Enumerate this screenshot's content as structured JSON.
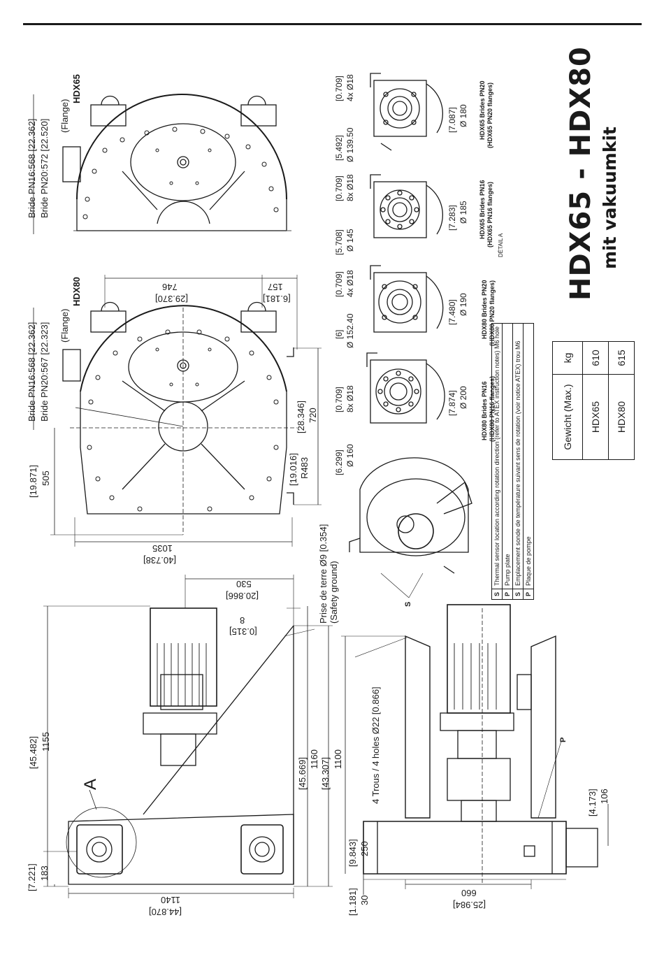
{
  "title": {
    "main": "HDX65 - HDX80",
    "sub": "mit vakuumkit"
  },
  "weight_table": {
    "header": [
      "Gewicht (Max.)",
      "kg"
    ],
    "rows": [
      [
        "HDX65",
        "610"
      ],
      [
        "HDX80",
        "615"
      ]
    ]
  },
  "legend": [
    {
      "symbol": "S",
      "text": "Thermal sensor location according rotation direction (refer to ATEX instruction notes) M6 hole"
    },
    {
      "symbol": "P",
      "text": "Pump plate"
    },
    {
      "symbol": "S",
      "text": "Emplacement sonde de température suivant sens de rotation (voir notice ATEX) trou M6"
    },
    {
      "symbol": "P",
      "text": "Plaque de pompe"
    }
  ],
  "views": {
    "hdx65": {
      "model": "HDX65",
      "flange_note": "(Flange)",
      "bride_pn16": "Bride PN16:568 [22.362]",
      "bride_pn20": "Bride PN20:572 [22.520]"
    },
    "hdx80": {
      "model": "HDX80",
      "flange_note": "(Flange)",
      "bride_pn16": "Bride PN16:568 [22.362]",
      "bride_pn20": "Bride PN20:567 [22.323]",
      "dims": {
        "width_746": "746",
        "width_746_in": "[29.370]",
        "offset_157": "157",
        "offset_157_in": "[6.181]",
        "height_720": "720",
        "height_720_in": "[28.346]",
        "radius": "R483",
        "radius_in": "[19.016]",
        "height_505": "505",
        "height_505_in": "[19.871]",
        "width_1035": "1035",
        "width_1035_in": "[40.738]"
      }
    },
    "side": {
      "ground_note": "Prise de terre Ø9 [0.354]",
      "ground_note_en": "(Safety ground)",
      "dim_530": "530",
      "dim_530_in": "[20.866]",
      "dim_8": "8",
      "dim_8_in": "[0.315]",
      "dim_1155": "1155",
      "dim_1155_in": "[45.482]",
      "dim_1160": "1160",
      "dim_1160_in": "[45.669]",
      "dim_1100": "1100",
      "dim_1100_in": "[43.307]",
      "dim_183": "183",
      "dim_183_in": "[7.221]",
      "dim_1140": "1140",
      "dim_1140_in": "[44.870]",
      "detail_label": "A"
    },
    "front": {
      "holes_note": "4 Trous / 4 holes Ø22 [0.866]",
      "dim_250": "250",
      "dim_250_in": "[9.843]",
      "dim_30": "30",
      "dim_30_in": "[1.181]",
      "dim_660": "660",
      "dim_660_in": "[25.984]",
      "dim_106": "106",
      "dim_106_in": "[4.173]",
      "label_p": "P",
      "label_s": "S"
    }
  },
  "flanges": [
    {
      "caption": "HDX65 Brides PN20",
      "caption2": "(HDX65 PN20 flanges)",
      "holes": "4x Ø18",
      "holes_in": "[0.709]",
      "pcd": "Ø 139.50",
      "pcd_in": "[5.492]",
      "od": "Ø 180",
      "od_in": "[7.087]"
    },
    {
      "caption": "HDX65 Brides PN16",
      "caption2": "(HDX65 PN16 flanges)",
      "holes": "8x Ø18",
      "holes_in": "[0.709]",
      "pcd": "Ø 145",
      "pcd_in": "[5.708]",
      "od": "Ø 185",
      "od_in": "[7.283]"
    },
    {
      "caption": "HDX80 Brides PN20",
      "caption2": "(HDX80 PN20 flanges)",
      "holes": "4x Ø18",
      "holes_in": "[0.709]",
      "pcd": "Ø 152.40",
      "pcd_in": "[6]",
      "od": "Ø 190",
      "od_in": "[7.480]"
    },
    {
      "caption": "HDX80 Brides PN16",
      "caption2": "(HDX80 PN16 flanges)",
      "holes": "8x Ø18",
      "holes_in": "[0.709]",
      "pcd": "Ø 160",
      "pcd_in": "[6.299]",
      "od": "Ø 200",
      "od_in": "[7.874]"
    }
  ],
  "detail_caption": "DÉTAIL A"
}
